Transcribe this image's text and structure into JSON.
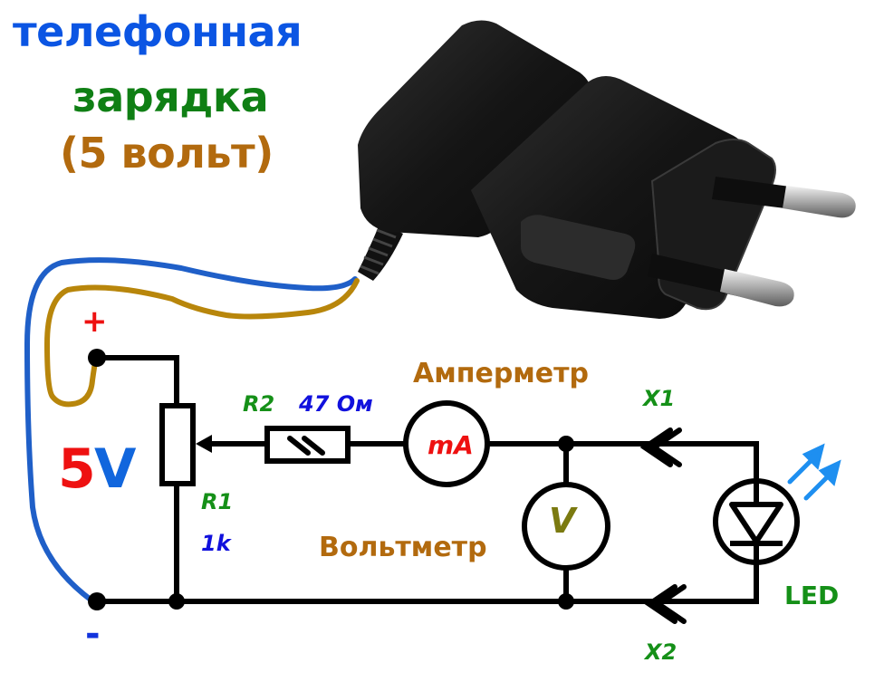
{
  "title": {
    "line1": "телефонная",
    "line2": "зарядка",
    "line3": "(5 вольт)"
  },
  "power": {
    "plus_label": "+",
    "minus_label": "-",
    "voltage_number": "5",
    "voltage_unit": "V"
  },
  "components": {
    "r1": {
      "designator": "R1",
      "value": "1k"
    },
    "r2": {
      "designator": "R2",
      "value": "47 Ом"
    },
    "ammeter": {
      "caption": "Амперметр",
      "symbol": "mA"
    },
    "voltmeter": {
      "caption": "Вольтметр",
      "symbol": "V"
    },
    "x1": {
      "designator": "X1"
    },
    "x2": {
      "designator": "X2"
    },
    "led": {
      "designator": "LED"
    }
  },
  "colors": {
    "wire_positive": "#b8860b",
    "wire_negative": "#1f5fc8",
    "circuit_line": "#000000",
    "led_light_arrows": "#1e8ff0",
    "charger_body": "#151515"
  }
}
